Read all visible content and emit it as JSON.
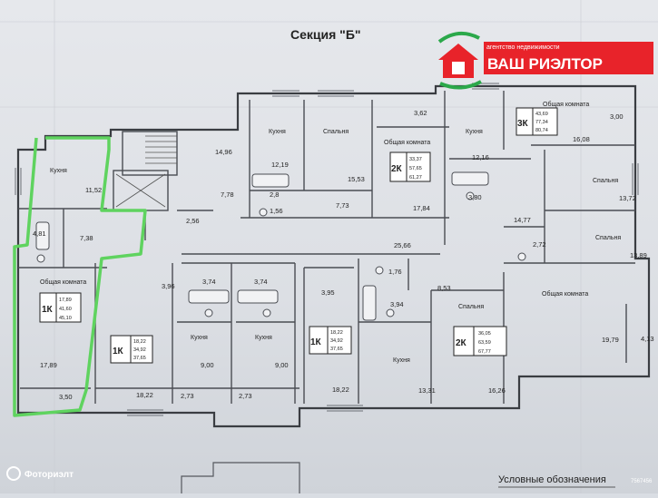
{
  "title": "Секция \"Б\"",
  "brand": {
    "top_text": "агентство недвижимости",
    "name": "ВАШ РИЭЛТОР",
    "red": "#e8232a",
    "green": "#2ba84a"
  },
  "watermark": "Фоториэлт",
  "photo_code": "7567456",
  "legend_label": "Условные обозначения",
  "highlight_color": "#5fd35f",
  "rooms": {
    "kitchen_left": "Кухня",
    "kitchen_left_area": "11,52",
    "bath_left_area": "4,81",
    "hall_left_area": "7,38",
    "living_left": "Общая комната",
    "living_left_area": "17,89",
    "balcony_left_area": "3,50",
    "apt_left_mark": "1К",
    "apt_left_s1": "17,89",
    "apt_left_s2": "41,60",
    "apt_left_s3": "45,10",
    "lift_area": "14,96",
    "lift_hall_area": "7,78",
    "vest_area": "2,56",
    "k2": "Кухня",
    "k2_area": "12,19",
    "bath2_area": "2,8",
    "wc2_area": "1,56",
    "bed2": "Спальня",
    "bed2_area": "15,53",
    "hall2_area": "7,73",
    "bal2_area": "3,62",
    "living2": "Общая комната",
    "living2_area": "17,84",
    "apt2_mark": "2К",
    "apt2_s1": "33,37",
    "apt2_s2": "57,65",
    "apt2_s3": "61,27",
    "k3": "Кухня",
    "k3_area": "12,16",
    "bath3_area": "3,80",
    "hall3_area": "14,77",
    "wc3_area": "2,72",
    "living3": "Общая комната",
    "bed3a": "Спальня",
    "bed3a_area": "13,72",
    "bed3b": "Спальня",
    "bed3b_area": "13,89",
    "bal3_area": "3,00",
    "living3_area": "16,08",
    "apt3_mark": "3К",
    "apt3_s1": "43,69",
    "apt3_s2": "77,34",
    "apt3_s3": "80,74",
    "corridor_area": "25,66",
    "hall4_area": "3,96",
    "bath4_area": "3,74",
    "k4": "Кухня",
    "k4_area": "9,00",
    "room4_area": "18,22",
    "bal4_area": "2,73",
    "apt4_mark": "1К",
    "apt4_s1": "18,22",
    "apt4_s2": "34,92",
    "apt4_s3": "37,65",
    "bath5_area": "3,74",
    "k5": "Кухня",
    "k5_area": "9,00",
    "bal5_area": "2,73",
    "hall5_area": "3,95",
    "room5_area": "18,22",
    "apt5_mark": "1К",
    "apt5_s1": "18,22",
    "apt5_s2": "34,92",
    "apt5_s3": "37,65",
    "wc6_area": "1,76",
    "bath6_area": "3,94",
    "hall6_area": "8,53",
    "k6": "Кухня",
    "k6_area": "13,31",
    "bed6": "Спальня",
    "bed6_area": "16,26",
    "apt6_mark": "2К",
    "apt6_s1": "36,05",
    "apt6_s2": "63,59",
    "apt6_s3": "67,77",
    "living7": "Общая комната",
    "living7_area": "19,79",
    "bal7_area": "4,13"
  }
}
